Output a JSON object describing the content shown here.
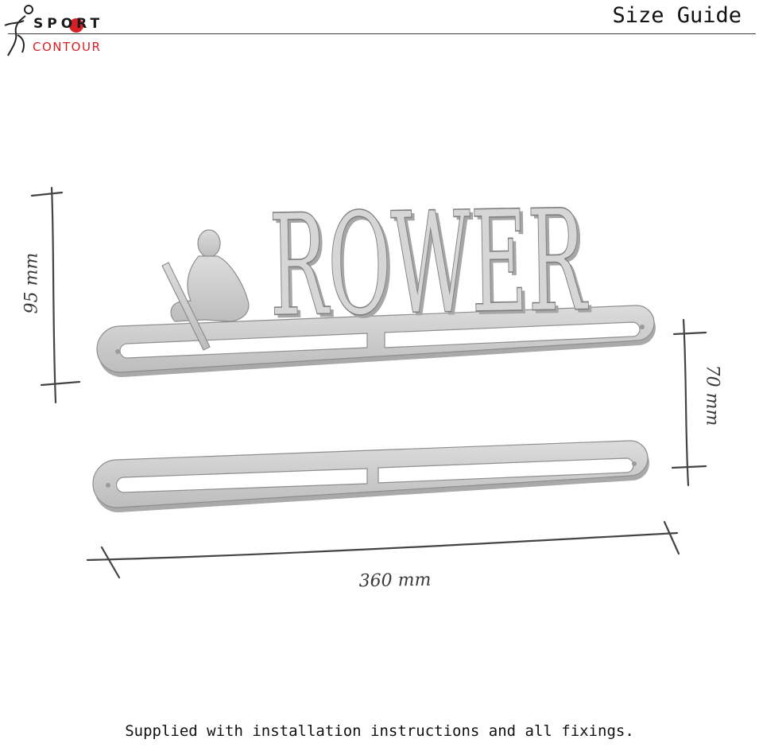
{
  "brand": {
    "logo_word_top": "SPORT",
    "logo_word_bottom": "CONTOUR",
    "accent_color": "#d81f26"
  },
  "header": {
    "title": "Size Guide"
  },
  "product": {
    "sign_text": "ROWER",
    "figure_icon": "rower-silhouette-icon"
  },
  "dimensions": {
    "height": "95 mm",
    "depth": "70 mm",
    "width": "360 mm"
  },
  "footer": {
    "note": "Supplied with installation instructions and all fixings."
  }
}
